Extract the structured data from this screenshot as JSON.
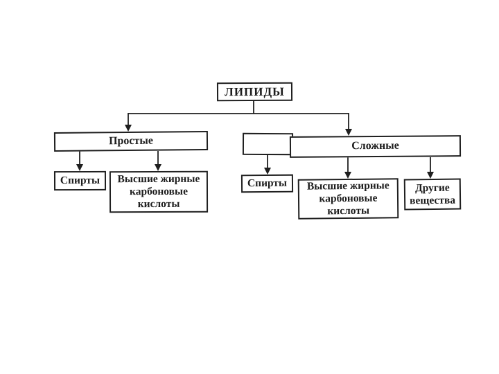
{
  "colors": {
    "background": "#ffffff",
    "ink": "#1f1f1f"
  },
  "diagram": {
    "title": "ЛИПИДЫ",
    "branches": [
      {
        "label": "Простые",
        "children": [
          {
            "label": "Спирты"
          },
          {
            "label": "Высшие жирные карбоновые кислоты"
          }
        ]
      },
      {
        "label": "Сложные",
        "children": [
          {
            "label": "Спирты"
          },
          {
            "label": "Высшие жирные карбоновые кислоты"
          },
          {
            "label": "Другие вещества"
          }
        ]
      }
    ]
  }
}
